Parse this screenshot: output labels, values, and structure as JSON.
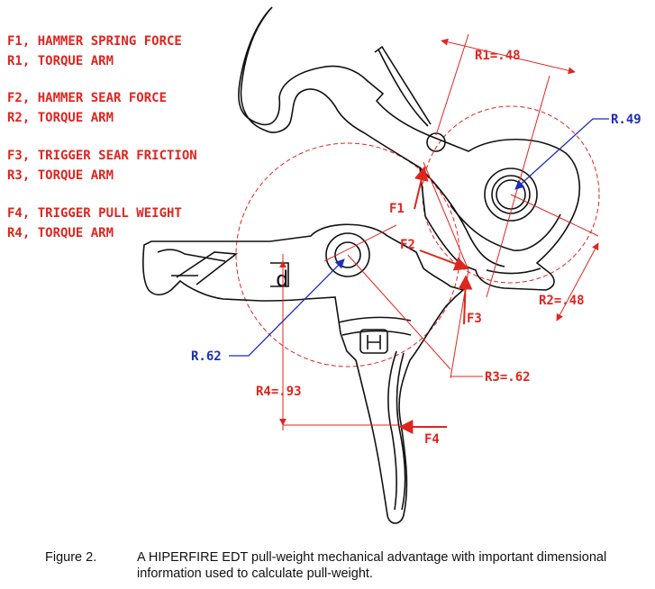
{
  "legend": [
    {
      "force": "F1, HAMMER SPRING FORCE",
      "arm": "R1, TORQUE ARM"
    },
    {
      "force": "F2, HAMMER SEAR FORCE",
      "arm": "R2, TORQUE ARM"
    },
    {
      "force": "F3, TRIGGER SEAR FRICTION",
      "arm": "R3, TORQUE ARM"
    },
    {
      "force": "F4, TRIGGER PULL WEIGHT",
      "arm": "R4, TORQUE ARM"
    }
  ],
  "labels": {
    "r1": "R1=.48",
    "r2": "R2=.48",
    "r3": "R3=.62",
    "r4": "R4=.93",
    "rad_hammer": "R.49",
    "rad_trigger": "R.62",
    "f1": "F1",
    "f2": "F2",
    "f3": "F3",
    "f4": "F4",
    "pivot_letter": "d"
  },
  "colors": {
    "force": "#e0251f",
    "radius": "#1c2fb8",
    "part": "#111111"
  },
  "caption": {
    "number": "Figure 2.",
    "text": "A HIPERFIRE EDT pull-weight mechanical advantage with important dimensional information used to calculate pull-weight."
  }
}
